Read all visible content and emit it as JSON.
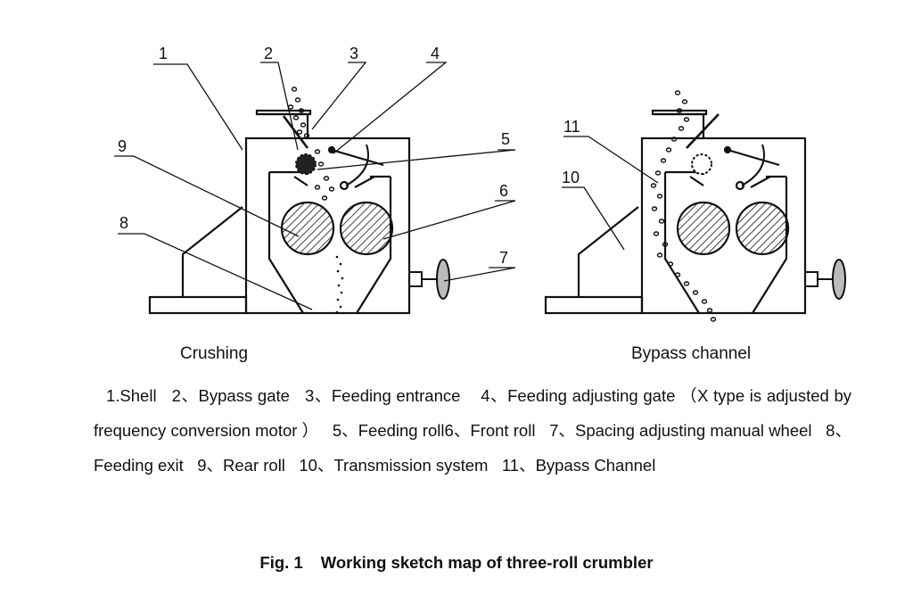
{
  "diagram": {
    "left_label": "Crushing",
    "right_label": "Bypass channel",
    "left_callouts": [
      "1",
      "2",
      "3",
      "4",
      "5",
      "6",
      "7",
      "8",
      "9"
    ],
    "right_callouts": [
      "10",
      "11"
    ]
  },
  "legend": [
    "1.Shell",
    "2、Bypass gate",
    "3、Feeding entrance",
    "4、Feeding adjusting gate （X type is adjusted by frequency conversion motor ）",
    "5、Feeding roll",
    "6、Front roll",
    "7、Spacing adjusting manual wheel",
    "8、Feeding exit",
    "9、Rear roll",
    "10、Transmission system",
    "11、Bypass Channel"
  ],
  "caption": {
    "fig_no": "Fig. 1",
    "text": "Working sketch map of three-roll crumbler"
  }
}
